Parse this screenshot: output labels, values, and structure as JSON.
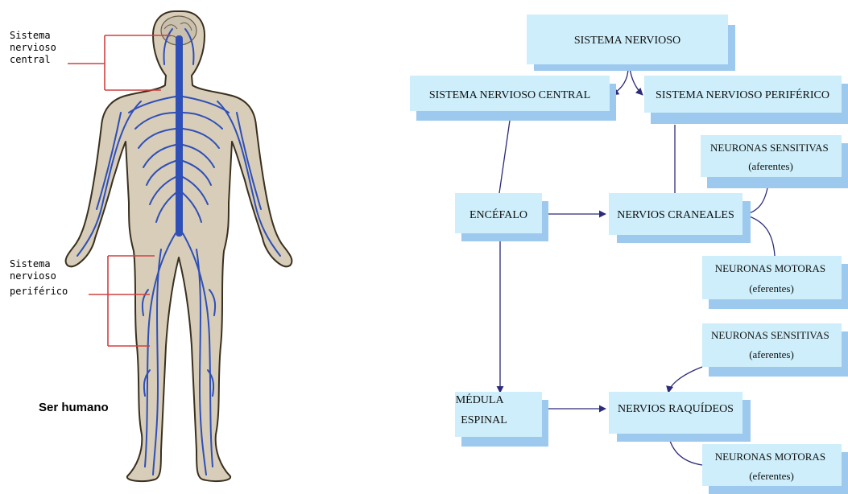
{
  "figure": {
    "labels": {
      "central": [
        "Sistema",
        "nervioso",
        "central"
      ],
      "periferico": [
        "Sistema",
        "nervioso",
        "periférico"
      ],
      "caption": "Ser humano"
    }
  },
  "diagram": {
    "root": "SISTEMA NERVIOSO",
    "snc": "SISTEMA NERVIOSO CENTRAL",
    "snp": "SISTEMA NERVIOSO PERIFÉRICO",
    "encefalo": "ENCÉFALO",
    "craneales": "NERVIOS CRANEALES",
    "medula": [
      "MÉDULA",
      "ESPINAL"
    ],
    "raquideos": "NERVIOS RAQUÍDEOS",
    "sens1": [
      "NEURONAS SENSITIVAS",
      "(aferentes)"
    ],
    "mot1": [
      "NEURONAS MOTORAS",
      "(eferentes)"
    ],
    "sens2": [
      "NEURONAS SENSITIVAS",
      "(aferentes)"
    ],
    "mot2": [
      "NEURONAS MOTORAS",
      "(eferentes)"
    ]
  },
  "colors": {
    "box_fill": "#cdeefa",
    "box_shadow": "#9ec9ef",
    "connector": "#2b2b7a",
    "body_fill": "#d7cdb8",
    "nerve": "#2f4fb8",
    "pointer": "#d04040"
  }
}
